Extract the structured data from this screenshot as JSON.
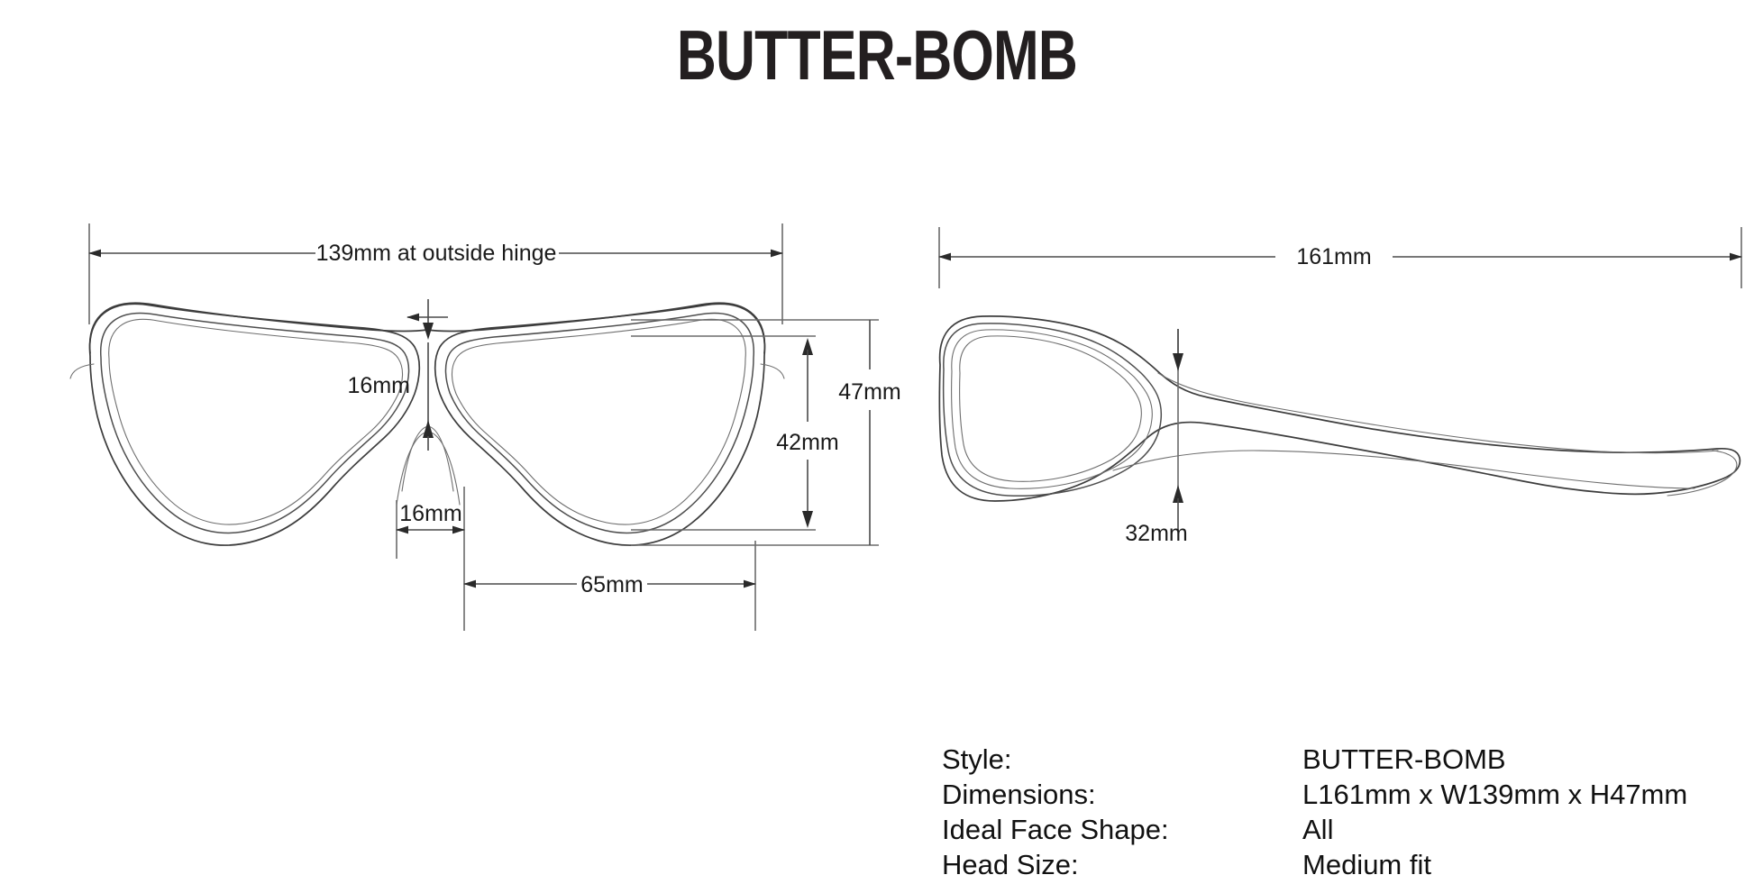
{
  "document": {
    "title": "BUTTER-BOMB",
    "type": "eyewear-dimension-spec-sheet"
  },
  "front_view": {
    "name": "front-view",
    "dimensions": {
      "overall_width": "139mm at outside hinge",
      "bridge_height": "16mm",
      "bridge_width": "16mm",
      "lens_height_outer": "47mm",
      "lens_height_inner": "42mm",
      "lens_width": "65mm"
    }
  },
  "side_view": {
    "name": "side-view",
    "dimensions": {
      "overall_length": "161mm",
      "frame_depth": "32mm"
    }
  },
  "spec_table": {
    "rows": [
      {
        "key": "Style:",
        "value": "BUTTER-BOMB"
      },
      {
        "key": "Dimensions:",
        "value": "L161mm x W139mm x H47mm"
      },
      {
        "key": "Ideal Face Shape:",
        "value": "All"
      },
      {
        "key": "Head Size:",
        "value": "Medium fit"
      }
    ]
  },
  "colors": {
    "ink": "#231f20",
    "line": "#4a4a4a",
    "background": "#ffffff"
  }
}
